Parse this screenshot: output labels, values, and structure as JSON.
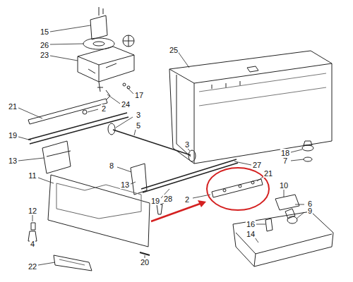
{
  "diagram": {
    "labels": [
      "15",
      "26",
      "23",
      "25",
      "17",
      "24",
      "21",
      "2",
      "3",
      "5",
      "19",
      "13",
      "8",
      "3",
      "13",
      "27",
      "18",
      "7",
      "21",
      "10",
      "19",
      "2",
      "11",
      "12",
      "28",
      "6",
      "9",
      "4",
      "22",
      "16",
      "14",
      "20"
    ]
  }
}
